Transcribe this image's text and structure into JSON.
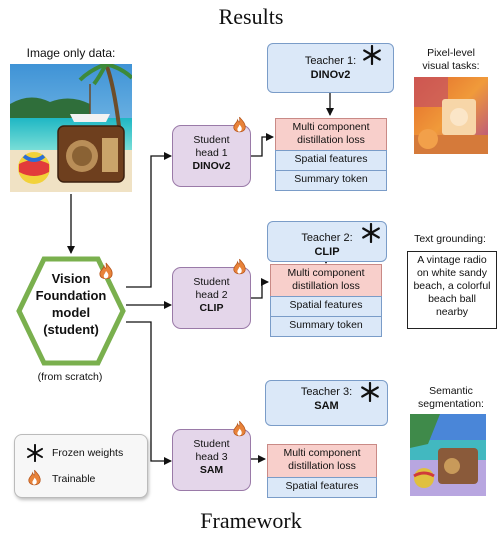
{
  "header": {
    "title": "Results"
  },
  "footer": {
    "title": "Framework"
  },
  "input": {
    "label": "Image only data:"
  },
  "model": {
    "line1": "Vision",
    "line2": "Foundation",
    "line3": "model",
    "line4": "(student)",
    "note": "(from scratch)"
  },
  "teachers": [
    {
      "label": "Teacher 1:",
      "name": "DINOv2"
    },
    {
      "label": "Teacher 2:",
      "name": "CLIP"
    },
    {
      "label": "Teacher 3:",
      "name": "SAM"
    }
  ],
  "students": [
    {
      "line1": "Student",
      "line2": "head 1",
      "name": "DINOv2"
    },
    {
      "line1": "Student",
      "line2": "head 2",
      "name": "CLIP"
    },
    {
      "line1": "Student",
      "line2": "head 3",
      "name": "SAM"
    }
  ],
  "loss": {
    "line1": "Multi component",
    "line2": "distillation loss"
  },
  "features": {
    "spatial": "Spatial features",
    "summary": "Summary token"
  },
  "results": {
    "pixel": {
      "line1": "Pixel-level",
      "line2": "visual tasks:"
    },
    "text": {
      "heading": "Text grounding:",
      "line1": "A vintage radio",
      "line2": "on white sandy",
      "line3": "beach, a colorful",
      "line4": "beach ball",
      "line5": "nearby"
    },
    "semantic": {
      "line1": "Semantic",
      "line2": "segmentation:"
    }
  },
  "legend": {
    "frozen": "Frozen weights",
    "trainable": "Trainable"
  },
  "icons": {
    "frozen": "snowflake-icon",
    "trainable": "flame-icon"
  },
  "colors": {
    "teacher": "#dbe8f8",
    "student": "#e4d6ea",
    "loss": "#f8cfcb",
    "model_border": "#7ab04e",
    "flame": "#e8833a"
  }
}
